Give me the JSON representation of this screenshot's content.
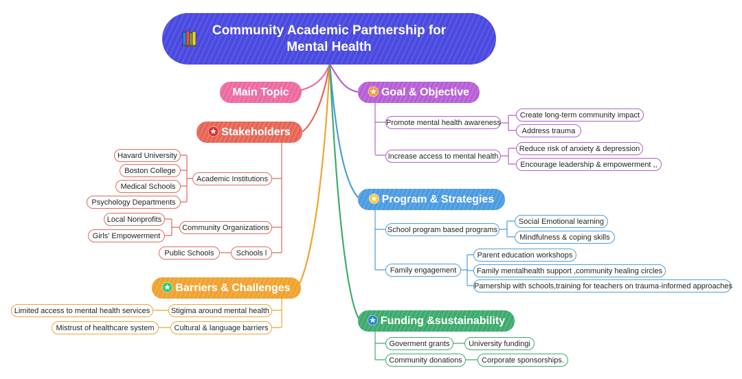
{
  "root": {
    "title_line1": "Community Academic Partnership for",
    "title_line2": "Mental Health",
    "icon": "books-icon"
  },
  "colors": {
    "root": "#4a4ae0",
    "main_topic": "#ec6aa0",
    "goal": "#b65ed6",
    "stakeholders": "#e66555",
    "program": "#4a9be2",
    "barriers": "#f0a22e",
    "funding": "#3daa6c"
  },
  "main_topic": {
    "label": "Main Topic"
  },
  "goal": {
    "label": "Goal & Objective",
    "icon": "star-icon",
    "items": [
      {
        "label": "Promote mental health awareness",
        "children": [
          "Create long-term community impact",
          "Address trauma"
        ]
      },
      {
        "label": "Increase access to mental health",
        "children": [
          "Reduce risk of anxiety & depression",
          "Encourage leadership  & empowerment ,,"
        ]
      }
    ]
  },
  "stakeholders": {
    "label": "Stakeholders",
    "icon": "star-icon",
    "items": [
      {
        "label": "Academic Institutions",
        "children": [
          "Havard University",
          "Boston College",
          "Medical Schools",
          "Psychology Departments"
        ]
      },
      {
        "label": "Community Organizations",
        "children": [
          "Local Nonprofits",
          "Girls' Empowerment"
        ]
      },
      {
        "label": "Schools l",
        "children": [
          "Public Schools"
        ]
      }
    ]
  },
  "program": {
    "label": "Program & Strategies",
    "icon": "star-icon",
    "items": [
      {
        "label": "School program based programs",
        "children": [
          "Social Emotional learning",
          "Mindfulness & coping skills"
        ]
      },
      {
        "label": "Family engagement",
        "children": [
          "Parent education workshops",
          "Family mentalhealth support ,community healing circles",
          "Parnership with schools,training for teachers on trauma-informed approaches"
        ]
      }
    ]
  },
  "barriers": {
    "label": "Barriers & Challenges",
    "icon": "star-icon",
    "items": [
      {
        "label": "Stigima around mental health",
        "children": [
          "Limited access to mental health services"
        ]
      },
      {
        "label": "Cultural & language  barriers",
        "children": [
          "Mistrust of healthcare system"
        ]
      }
    ]
  },
  "funding": {
    "label": "Funding &sustainability",
    "icon": "star-icon",
    "items": [
      {
        "label": "Goverment grants",
        "children": [
          "University fundingi"
        ]
      },
      {
        "label": "Community donations",
        "children": [
          "Corporate sponsorships."
        ]
      }
    ]
  }
}
